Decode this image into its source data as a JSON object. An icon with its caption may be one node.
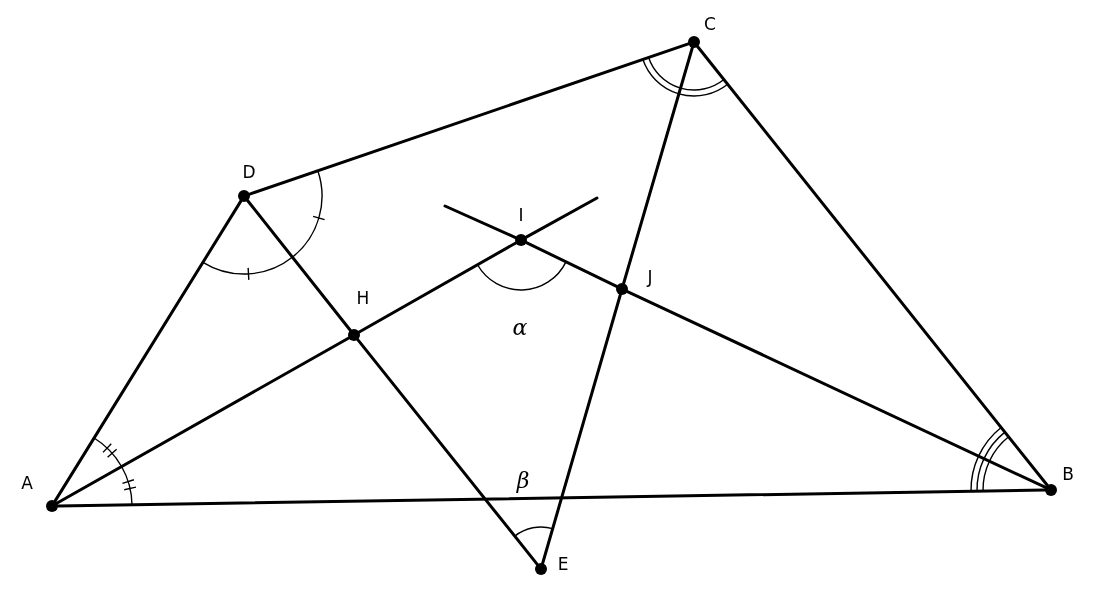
{
  "diagram": {
    "nodes": [
      {
        "text": [
          "C"
        ]
      },
      {
        "text": [
          "D"
        ]
      },
      {
        "text": [
          "I"
        ]
      },
      {
        "text": [
          "J"
        ]
      },
      {
        "text": [
          "H"
        ]
      },
      {
        "text": [
          "A"
        ]
      },
      {
        "text": [
          "B"
        ]
      },
      {
        "text": [
          "E"
        ]
      }
    ],
    "edges": [
      {
        "from": 5,
        "to": 6,
        "arrow": "none"
      },
      {
        "from": 6,
        "to": 0,
        "arrow": "none"
      },
      {
        "from": 0,
        "to": 1,
        "arrow": "none"
      },
      {
        "from": 1,
        "to": 5,
        "arrow": "none"
      },
      {
        "from": 1,
        "to": 4,
        "arrow": "none"
      },
      {
        "from": 4,
        "to": 7,
        "arrow": "none"
      },
      {
        "from": 0,
        "to": 3,
        "arrow": "none"
      },
      {
        "from": 3,
        "to": 7,
        "arrow": "none"
      },
      {
        "from": 5,
        "to": 4,
        "arrow": "none"
      },
      {
        "from": 4,
        "to": 2,
        "arrow": "none"
      },
      {
        "from": 2,
        "to": null,
        "arrow": "none"
      },
      {
        "from": 6,
        "to": 3,
        "arrow": "none"
      },
      {
        "from": 3,
        "to": 2,
        "arrow": "none"
      },
      {
        "from": 2,
        "to": null,
        "arrow": "none"
      }
    ],
    "labels": [
      "α",
      "β"
    ]
  }
}
